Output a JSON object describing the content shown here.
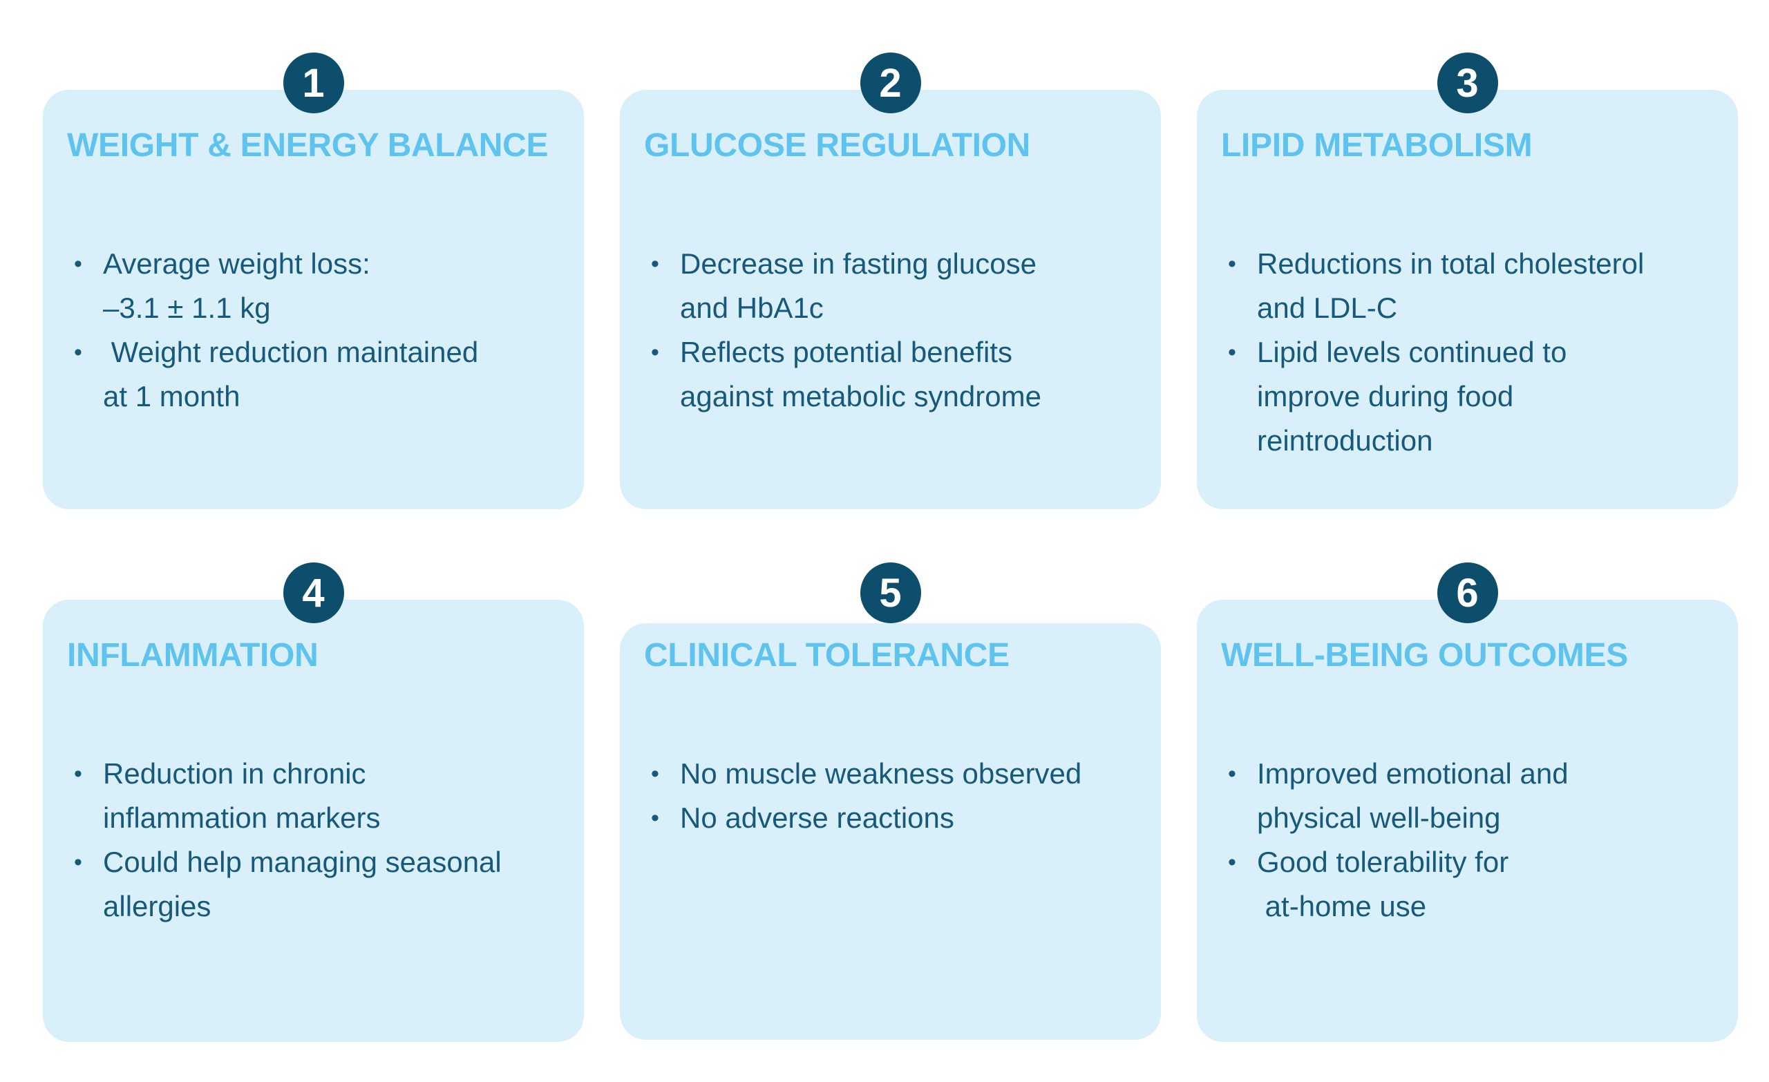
{
  "theme": {
    "page_bg": "#ffffff",
    "card_bg": "#d9f0fb",
    "badge_bg": "#0d4e6d",
    "badge_text": "#ffffff",
    "heading_color": "#5ec3ef",
    "body_color": "#17597b"
  },
  "cards": [
    {
      "number": "1",
      "title": "WEIGHT & ENERGY BALANCE",
      "bullets": [
        "Average weight loss:\n–3.1 ± 1.1 kg",
        " Weight reduction maintained\nat 1 month"
      ]
    },
    {
      "number": "2",
      "title": "GLUCOSE REGULATION",
      "bullets": [
        "Decrease in fasting glucose\nand HbA1c",
        "Reflects potential benefits\nagainst metabolic syndrome"
      ]
    },
    {
      "number": "3",
      "title": "LIPID METABOLISM",
      "bullets": [
        "Reductions in total cholesterol\nand LDL-C",
        "Lipid levels continued to\nimprove during food\nreintroduction"
      ]
    },
    {
      "number": "4",
      "title": "INFLAMMATION",
      "bullets": [
        "Reduction in chronic\ninflammation markers",
        "Could help managing seasonal\nallergies"
      ]
    },
    {
      "number": "5",
      "title": "CLINICAL TOLERANCE",
      "bullets": [
        "No muscle weakness observed",
        "No adverse reactions"
      ]
    },
    {
      "number": "6",
      "title": "WELL-BEING OUTCOMES",
      "bullets": [
        "Improved emotional and\nphysical well-being",
        "Good tolerability for\n at-home use"
      ]
    }
  ]
}
